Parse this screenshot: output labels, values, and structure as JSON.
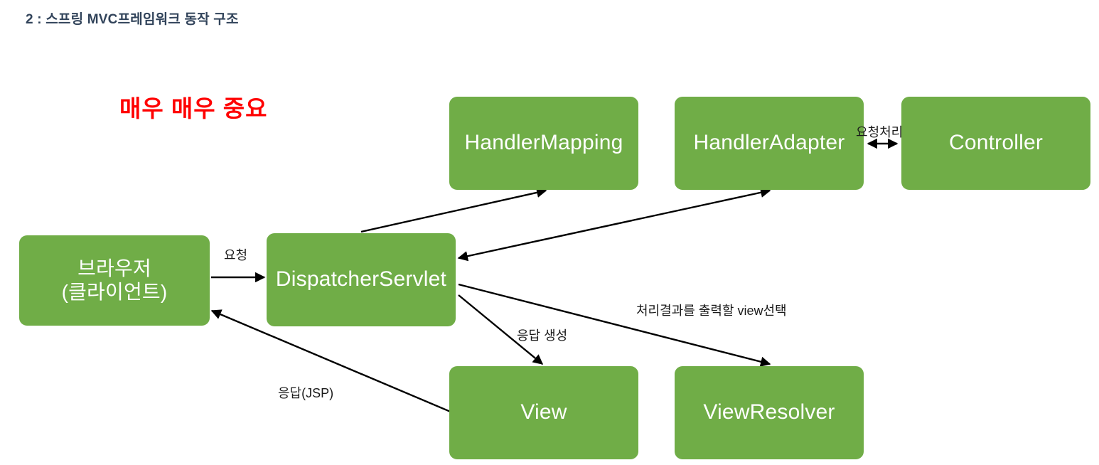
{
  "slide": {
    "title": "2 : 스프링 MVC프레임워크 동작 구조",
    "emphasis": "매우 매우 중요"
  },
  "theme": {
    "box_fill": "#70AD47",
    "box_text": "#FFFFFF",
    "title_color": "#31435A",
    "emphasis_color": "#FF0000",
    "arrow_color": "#000000",
    "background": "#FFFFFF"
  },
  "nodes": [
    {
      "id": "handlermapping",
      "label": "HandlerMapping"
    },
    {
      "id": "handleradapter",
      "label": "HandlerAdapter"
    },
    {
      "id": "controller",
      "label": "Controller"
    },
    {
      "id": "browser",
      "label": "브라우저\n(클라이언트)"
    },
    {
      "id": "dispatcher",
      "label": "DispatcherServlet"
    },
    {
      "id": "view",
      "label": "View"
    },
    {
      "id": "viewresolver",
      "label": "ViewResolver"
    }
  ],
  "edges": [
    {
      "id": "request",
      "label": "요청",
      "from": "browser",
      "to": "dispatcher",
      "direction": "one-way"
    },
    {
      "id": "request-handle",
      "label": "요청처리",
      "from": "handleradapter",
      "to": "controller",
      "direction": "two-way"
    },
    {
      "id": "mapping",
      "label": "",
      "from": "dispatcher",
      "to": "handlermapping",
      "direction": "one-way"
    },
    {
      "id": "adapter",
      "label": "",
      "from": "dispatcher",
      "to": "handleradapter",
      "direction": "two-way"
    },
    {
      "id": "response-gen",
      "label": "응답 생성",
      "from": "dispatcher",
      "to": "view",
      "direction": "one-way"
    },
    {
      "id": "view-select",
      "label": "처리결과를 출력할 view선택",
      "from": "dispatcher",
      "to": "viewresolver",
      "direction": "one-way"
    },
    {
      "id": "response-jsp",
      "label": "응답(JSP)",
      "from": "view",
      "to": "browser",
      "direction": "one-way"
    }
  ]
}
